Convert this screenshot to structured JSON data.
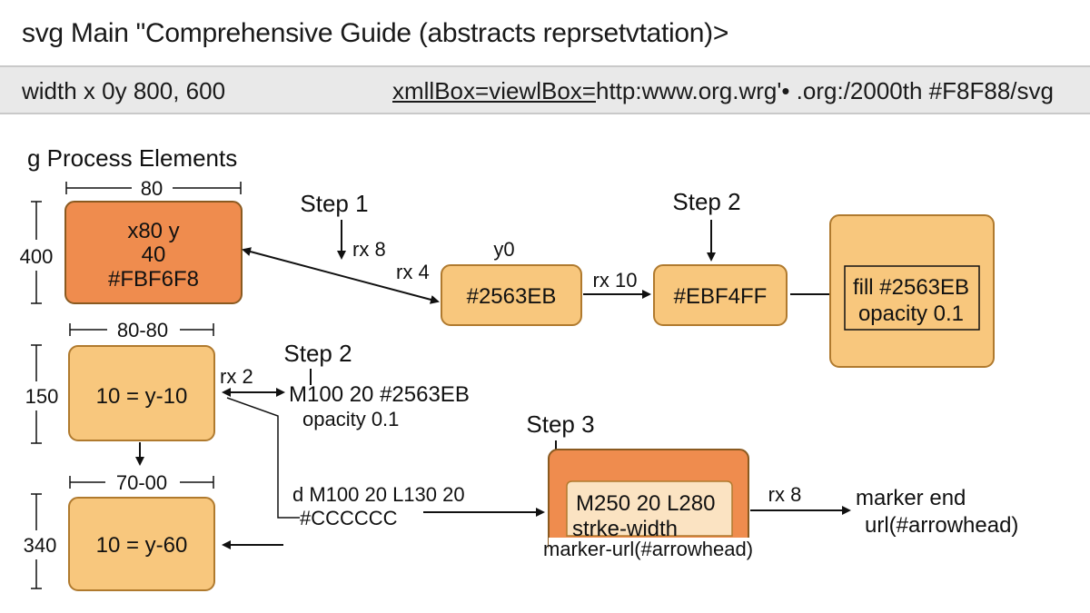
{
  "header": {
    "title": "svg Main \"Comprehensive Guide (abstracts reprsetvtation)>",
    "attr_left": "width x 0y 800, 600",
    "attr_right_underlined": "xmllBox=viewlBox=",
    "attr_right_rest": "http:www.org.wrg'• .org:/2000th #F8F88/svg"
  },
  "diagram": {
    "group_label": "g Process Elements",
    "dims": {
      "top_width": "80",
      "box1_height": "400",
      "mid_width": "80-80",
      "box2_height": "150",
      "bottom_width": "70-00",
      "box3_height": "340"
    },
    "boxes": {
      "box1": [
        "x80 y",
        "40",
        "#FBF6F8"
      ],
      "box2": "10 = y-10",
      "box3": "10 = y-60",
      "node_a": "#2563EB",
      "node_b": "#EBF4FF",
      "big_box": [
        "fill #2563EB",
        "opacity 0.1"
      ],
      "step3_box": [
        "M250 20 L280",
        "strke-width"
      ]
    },
    "steps": {
      "step1": "Step 1",
      "step2_top": "Step 2",
      "step2_mid": "Step 2",
      "step3": "Step 3"
    },
    "labels": {
      "rx8_top": "rx 8",
      "rx4": "rx 4",
      "y0": "y0",
      "rx10": "rx 10",
      "rx2": "rx 2",
      "path_m": "M100 20 #2563EB",
      "opacity": "opacity 0.1",
      "d_path": "d M100 20 L130 20",
      "stroke_color": "#CCCCCC",
      "marker_url": "marker-url(#arrowhead)",
      "rx8_bottom": "rx 8",
      "marker_end_1": "marker end",
      "marker_end_2": "url(#arrowhead)"
    }
  },
  "colors": {
    "orange_dark": "#EF8C4E",
    "orange_light": "#F8C77D",
    "stroke": "#B07A2E"
  }
}
